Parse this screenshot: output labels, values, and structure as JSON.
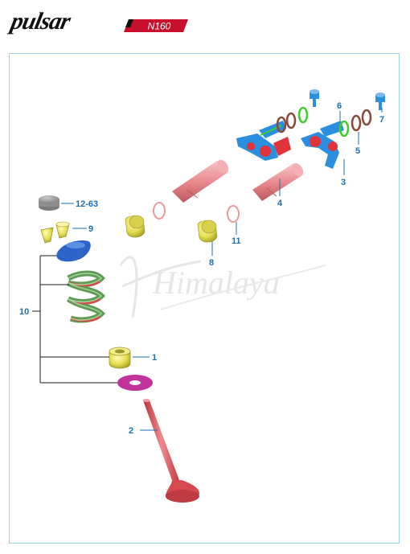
{
  "brand": {
    "logo_text": "pulsar",
    "badge_text": "N160"
  },
  "watermark": "Himalaya",
  "callouts": {
    "p1": "1",
    "p2": "2",
    "p3": "3",
    "p4": "4",
    "p5": "5",
    "p6": "6",
    "p7": "7",
    "p8": "8",
    "p9": "9",
    "p10": "10",
    "p11": "11",
    "p12_63": "12-63"
  },
  "colors": {
    "callout": "#1b6fb5",
    "frame": "#9bd3ec",
    "rocker_blue": "#2b8fe0",
    "rocker_red": "#e2333d",
    "shaft": "#e98a8e",
    "seal_yellow": "#e3dd4f",
    "spring_green": "#5f9b55",
    "retainer_blue": "#2e63c8",
    "washer_purple": "#c0339a",
    "valve_red": "#d74950",
    "oring_brown": "#8a4a3a",
    "oring_green": "#3fcf2a"
  }
}
